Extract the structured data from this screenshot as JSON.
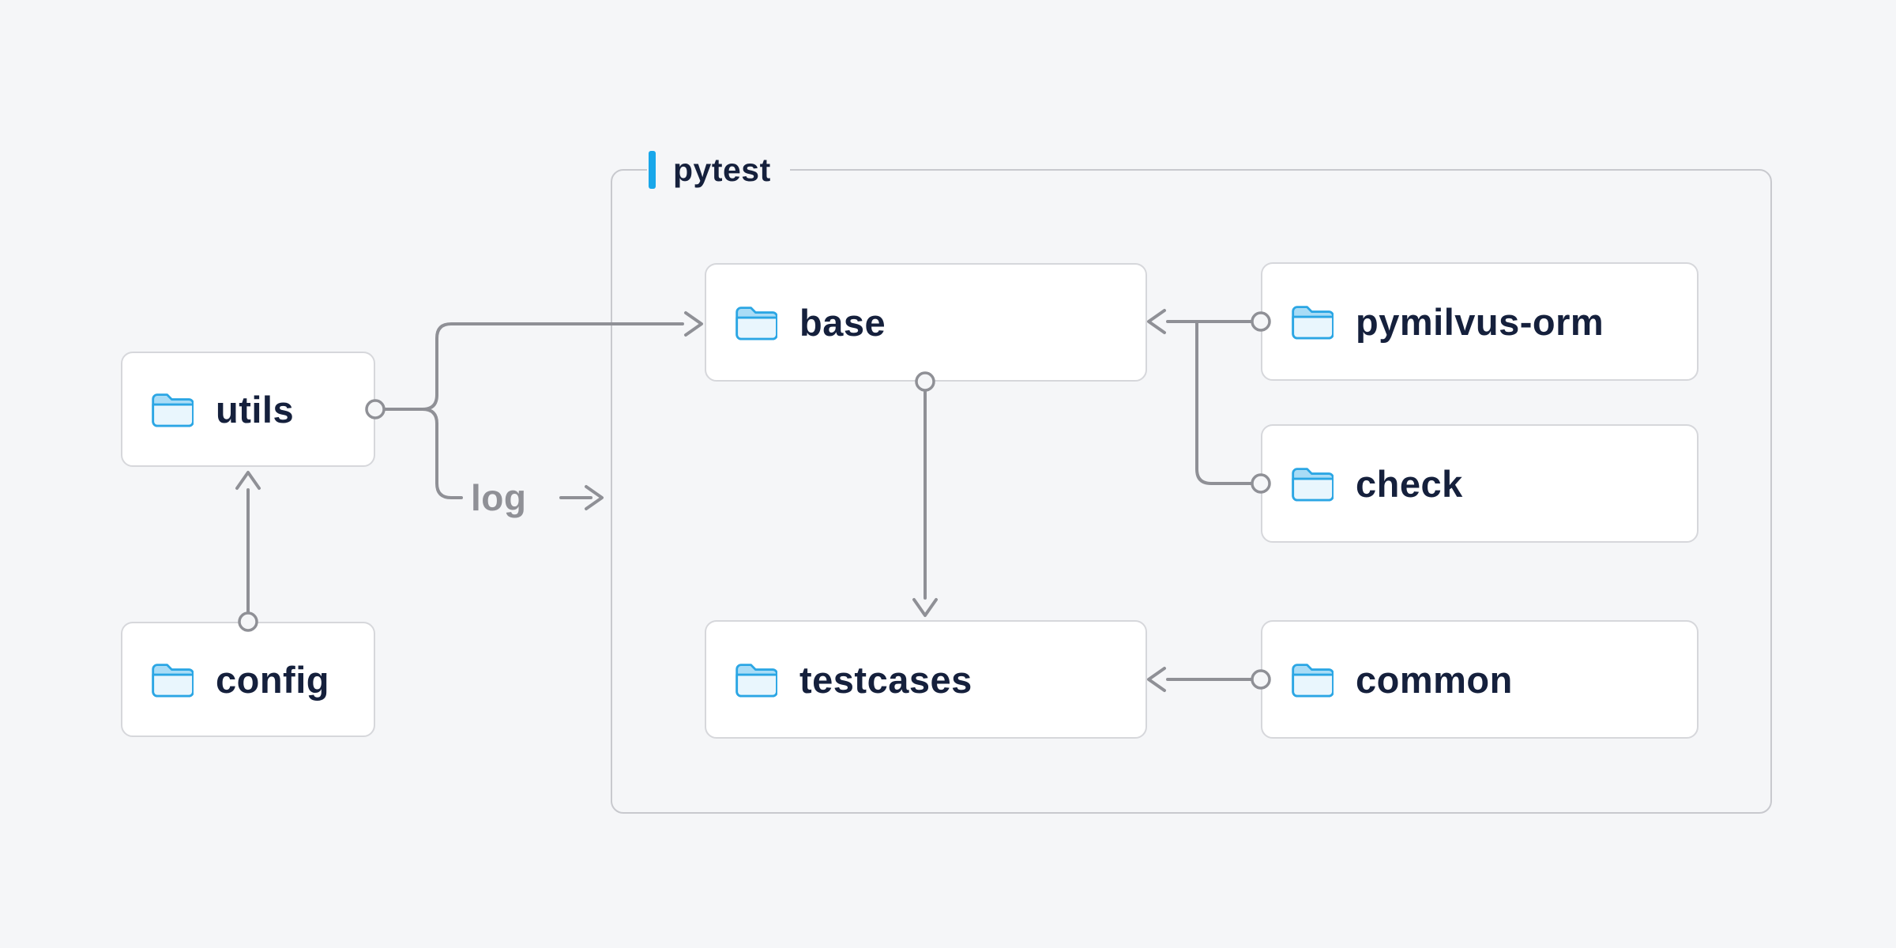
{
  "palette": {
    "background": "#f5f6f8",
    "node_background": "#ffffff",
    "node_border": "#d6d7db",
    "container_border": "#c8c9ce",
    "line_gray": "#8f9096",
    "text_navy": "#15203c",
    "accent_blue": "#19a7ea",
    "folder_blue": "#2ba6e4"
  },
  "container": {
    "label": "pytest"
  },
  "nodes": {
    "utils": {
      "label": "utils",
      "icon": "folder-icon"
    },
    "config": {
      "label": "config",
      "icon": "folder-icon"
    },
    "base": {
      "label": "base",
      "icon": "folder-icon"
    },
    "pymilvus_orm": {
      "label": "pymilvus-orm",
      "icon": "folder-icon"
    },
    "check": {
      "label": "check",
      "icon": "folder-icon"
    },
    "testcases": {
      "label": "testcases",
      "icon": "folder-icon"
    },
    "common": {
      "label": "common",
      "icon": "folder-icon"
    }
  },
  "edges": [
    {
      "from": "config",
      "to": "utils"
    },
    {
      "from": "utils",
      "to": "base"
    },
    {
      "from": "utils",
      "to": "pytest",
      "label": "log"
    },
    {
      "from": "base",
      "to": "testcases"
    },
    {
      "from": "pymilvus-orm",
      "to": "base"
    },
    {
      "from": "check",
      "to": "base"
    },
    {
      "from": "common",
      "to": "testcases"
    }
  ]
}
